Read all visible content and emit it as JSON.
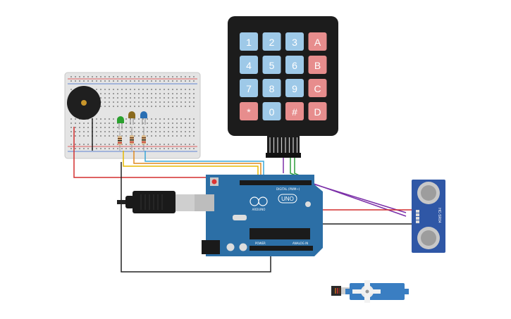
{
  "keypad": {
    "keys": [
      [
        "1",
        "2",
        "3",
        "A"
      ],
      [
        "4",
        "5",
        "6",
        "B"
      ],
      [
        "7",
        "8",
        "9",
        "C"
      ],
      [
        "*",
        "0",
        "#",
        "D"
      ]
    ],
    "colors": {
      "digit": "#9ec9e8",
      "symbol": "#e78d8d",
      "body": "#1c1c1c"
    }
  },
  "arduino": {
    "brand": "ARDUINO",
    "model": "UNO",
    "digital_label": "DIGITAL (PWM~)",
    "analog_label": "ANALOG IN",
    "power_label": "POWER",
    "color": "#2c6fa6"
  },
  "sensor": {
    "model": "HC-SR04",
    "color": "#2f57a6"
  },
  "wires": {
    "red": "#d32f2f",
    "black": "#222222",
    "yellow": "#e6b800",
    "orange": "#e08a1e",
    "blue": "#3aa7d8",
    "purple": "#7b2fa8",
    "green": "#2e9e3b"
  },
  "leds": [
    {
      "color": "#2aa12e"
    },
    {
      "color": "#8a6a1d"
    },
    {
      "color": "#2a6fb3"
    }
  ]
}
